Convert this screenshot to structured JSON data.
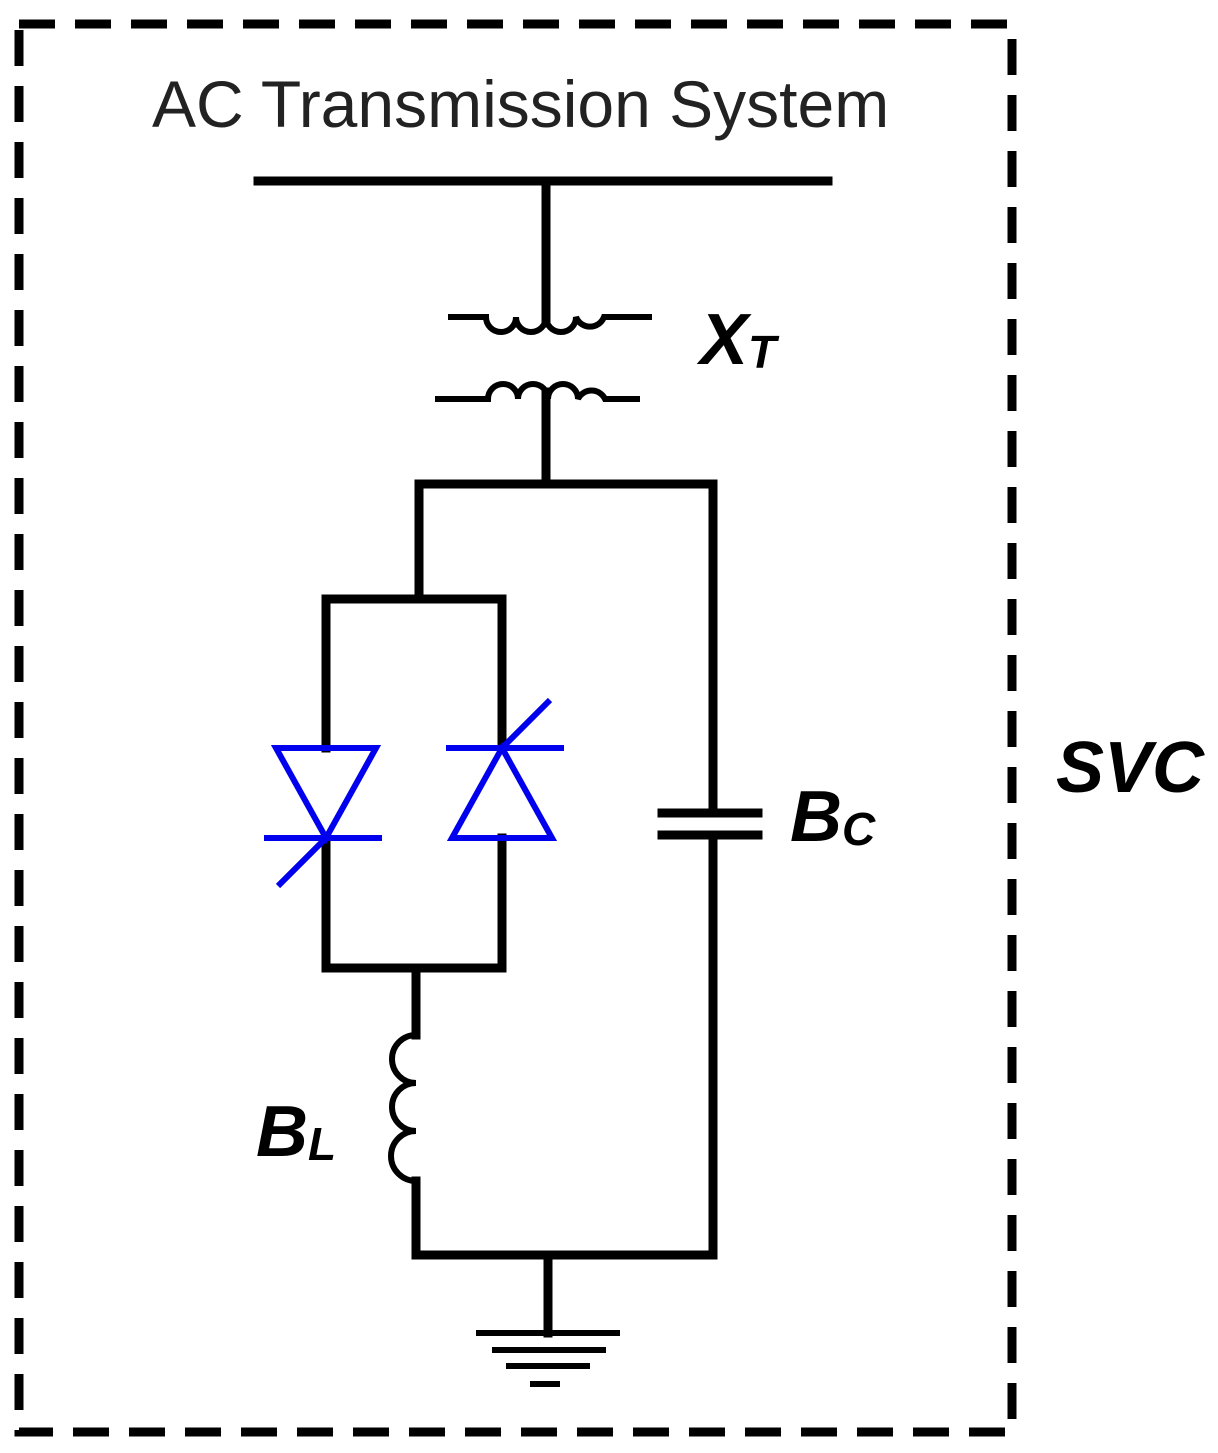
{
  "title": "AC Transmission System",
  "enclosure_label": "SVC",
  "components": {
    "transformer": {
      "symbol": "X",
      "subscript": "T"
    },
    "capacitor": {
      "symbol": "B",
      "subscript": "C"
    },
    "inductor": {
      "symbol": "B",
      "subscript": "L"
    }
  },
  "colors": {
    "wire": "#000000",
    "thyristor": "#0000ee"
  }
}
